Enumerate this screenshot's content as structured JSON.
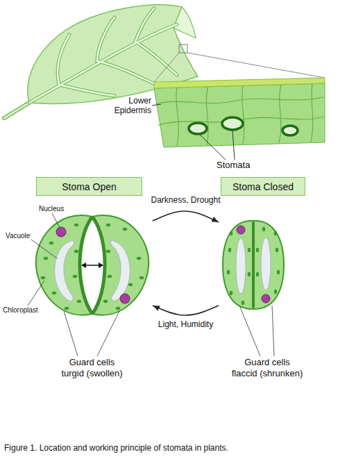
{
  "diagram": {
    "caption": "Figure 1. Location and working principle of stomata in plants.",
    "nodes": [
      {
        "text": [
          "Stoma Open"
        ]
      },
      {
        "text": [
          "Stoma Closed"
        ]
      },
      {
        "text": [
          "Guard cells turgid (swollen)"
        ]
      },
      {
        "text": [
          "Guard cells flaccid (shrunken)"
        ]
      }
    ],
    "edges": [
      {
        "from": 2,
        "to": 3,
        "label": "Darkness, Drought",
        "arrow": "to"
      },
      {
        "from": 3,
        "to": 2,
        "label": "Light, Humidity",
        "arrow": "to"
      }
    ],
    "labels": [
      "Lower Epidermis",
      "Stomata",
      "Nucleus",
      "Vacuole",
      "Chloroplast"
    ]
  }
}
